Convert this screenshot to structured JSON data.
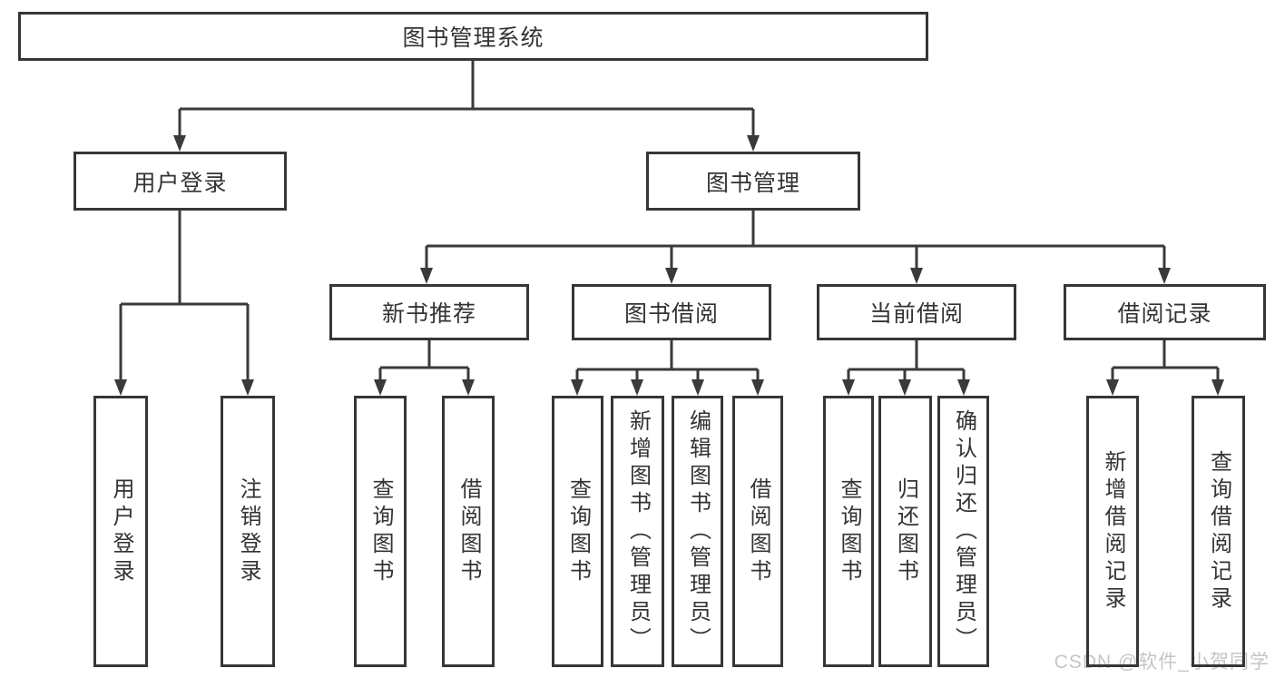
{
  "diagram_type": "hierarchy-tree",
  "colors": {
    "background": "#ffffff",
    "line": "#3a3a3a",
    "border": "#363636",
    "text": "#333333",
    "watermark": "#c2c6ca"
  },
  "tree": {
    "root": "图书管理系统",
    "children": [
      {
        "label": "用户登录",
        "children": [
          "用户登录",
          "注销登录"
        ]
      },
      {
        "label": "图书管理",
        "children": [
          {
            "label": "新书推荐",
            "children": [
              "查询图书",
              "借阅图书"
            ]
          },
          {
            "label": "图书借阅",
            "children": [
              "查询图书",
              "新增图书（管理员）",
              "编辑图书（管理员）",
              "借阅图书"
            ]
          },
          {
            "label": "当前借阅",
            "children": [
              "查询图书",
              "归还图书",
              "确认归还（管理员）"
            ]
          },
          {
            "label": "借阅记录",
            "children": [
              "新增借阅记录",
              "查询借阅记录"
            ]
          }
        ]
      }
    ]
  },
  "watermark": "CSDN @软件_小贺同学"
}
